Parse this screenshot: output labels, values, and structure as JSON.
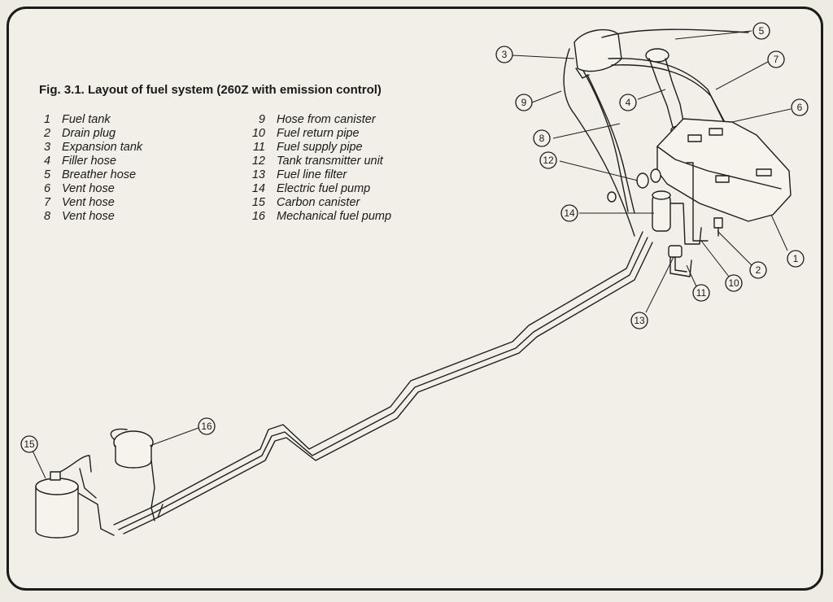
{
  "figure": {
    "title": "Fig. 3.1. Layout of fuel system (260Z with emission control)"
  },
  "legend": [
    {
      "num": "1",
      "label": "Fuel tank"
    },
    {
      "num": "2",
      "label": "Drain plug"
    },
    {
      "num": "3",
      "label": "Expansion tank"
    },
    {
      "num": "4",
      "label": "Filler hose"
    },
    {
      "num": "5",
      "label": "Breather hose"
    },
    {
      "num": "6",
      "label": "Vent hose"
    },
    {
      "num": "7",
      "label": "Vent hose"
    },
    {
      "num": "8",
      "label": "Vent hose"
    },
    {
      "num": "9",
      "label": "Hose from canister"
    },
    {
      "num": "10",
      "label": "Fuel return pipe"
    },
    {
      "num": "11",
      "label": "Fuel supply pipe"
    },
    {
      "num": "12",
      "label": "Tank transmitter unit"
    },
    {
      "num": "13",
      "label": "Fuel line filter"
    },
    {
      "num": "14",
      "label": "Electric fuel pump"
    },
    {
      "num": "15",
      "label": "Carbon canister"
    },
    {
      "num": "16",
      "label": "Mechanical fuel pump"
    }
  ],
  "callouts": {
    "c1": "1",
    "c2": "2",
    "c3": "3",
    "c4": "4",
    "c5": "5",
    "c6": "6",
    "c7": "7",
    "c8": "8",
    "c9": "9",
    "c10": "10",
    "c11": "11",
    "c12": "12",
    "c13": "13",
    "c14": "14",
    "c15": "15",
    "c16": "16"
  }
}
